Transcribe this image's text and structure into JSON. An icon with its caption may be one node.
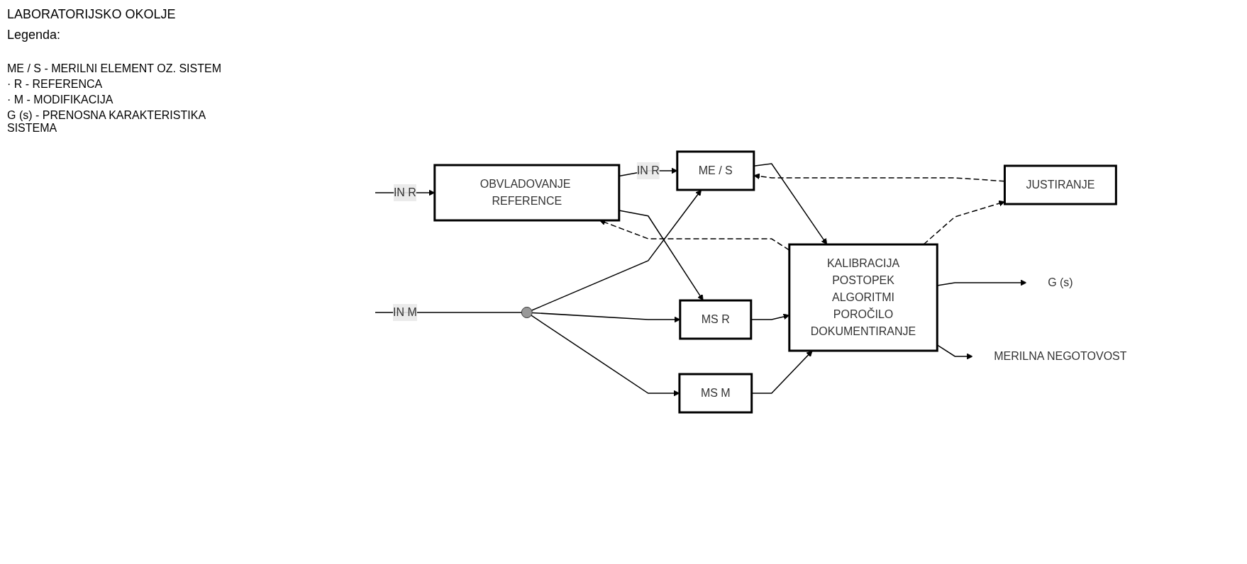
{
  "diagram": {
    "nodes": [
      {
        "text": [
          "OBVLADOVANJE REFERENCE"
        ]
      },
      {
        "text": [
          "JUSTIRANJE"
        ]
      },
      {
        "text": [
          "ME / S"
        ]
      },
      {
        "text": [
          "MS R"
        ]
      },
      {
        "text": [
          "MS M"
        ]
      },
      {
        "text": [
          "KALIBRACIJA",
          "POSTOPEK",
          "ALGORITMI",
          "POROČILO",
          "DOKUMENTIRANJE"
        ]
      },
      {
        "text": [
          "G (s)"
        ]
      },
      {
        "text": [
          "MERILNA NEGOTOVOST"
        ]
      },
      {
        "text": [],
        "shape": "circle"
      }
    ],
    "edges": [
      {
        "from": null,
        "to": 0,
        "arrow": "to",
        "label": "IN R"
      },
      {
        "from": null,
        "to": 8,
        "arrow": "none",
        "label": "IN M"
      },
      {
        "from": 0,
        "to": 2,
        "arrow": "to",
        "label": "IN R"
      },
      {
        "from": 0,
        "to": 3,
        "arrow": "to"
      },
      {
        "from": 8,
        "to": 2,
        "arrow": "to"
      },
      {
        "from": 8,
        "to": 3,
        "arrow": "to"
      },
      {
        "from": 8,
        "to": 4,
        "arrow": "to"
      },
      {
        "from": 1,
        "to": 2,
        "arrow": "to",
        "style": "dashed"
      },
      {
        "from": 2,
        "to": 5,
        "arrow": "to"
      },
      {
        "from": 3,
        "to": 5,
        "arrow": "to"
      },
      {
        "from": 4,
        "to": 5,
        "arrow": "to"
      },
      {
        "from": 5,
        "to": 1,
        "arrow": "to",
        "style": "dashed"
      },
      {
        "from": 5,
        "to": 6,
        "arrow": "to"
      },
      {
        "from": 5,
        "to": 7,
        "arrow": "to"
      },
      {
        "from": 5,
        "to": 0,
        "arrow": "to",
        "style": "dashed"
      }
    ],
    "labels": [
      "LABORATORIJSKO OKOLJE",
      "Legenda:"
    ],
    "legend": [
      {
        "text": "ME / S - MERILNI ELEMENT OZ. SISTEM"
      },
      {
        "text": "· R - REFERENCA"
      },
      {
        "text": "· M - MODIFIKACIJA"
      },
      {
        "text": "G (s) - PRENOSNA KARAKTERISTIKA SISTEMA"
      }
    ]
  }
}
